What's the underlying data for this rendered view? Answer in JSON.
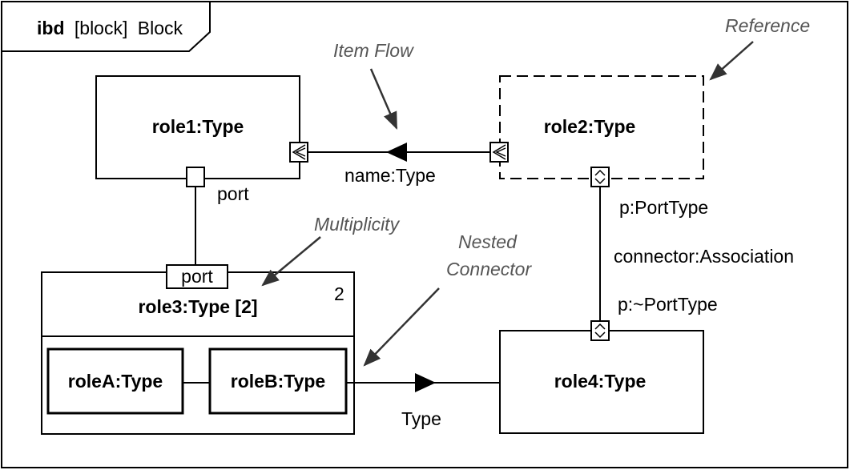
{
  "frame": {
    "keyword": "ibd",
    "kind": "[block]",
    "name": "Block"
  },
  "blocks": {
    "role1": "role1:Type",
    "role2": "role2:Type",
    "role3": "role3:Type [2]",
    "role3_multiplicity": "2",
    "role4": "role4:Type",
    "roleA": "roleA:Type",
    "roleB": "roleB:Type"
  },
  "ports": {
    "role1_port": "port",
    "role3_port": "port",
    "role2_port": "p:PortType",
    "role4_port": "p:~PortType"
  },
  "connectors": {
    "item_flow": "name:Type",
    "association": "connector:Association",
    "nested_flow": "Type"
  },
  "notes": {
    "item_flow": "Item Flow",
    "reference": "Reference",
    "multiplicity": "Multiplicity",
    "nested_line1": "Nested",
    "nested_line2": "Connector"
  },
  "colors": {
    "line": "#000000",
    "note_text": "#555555",
    "note_arrow": "#333333",
    "background": "#ffffff"
  }
}
